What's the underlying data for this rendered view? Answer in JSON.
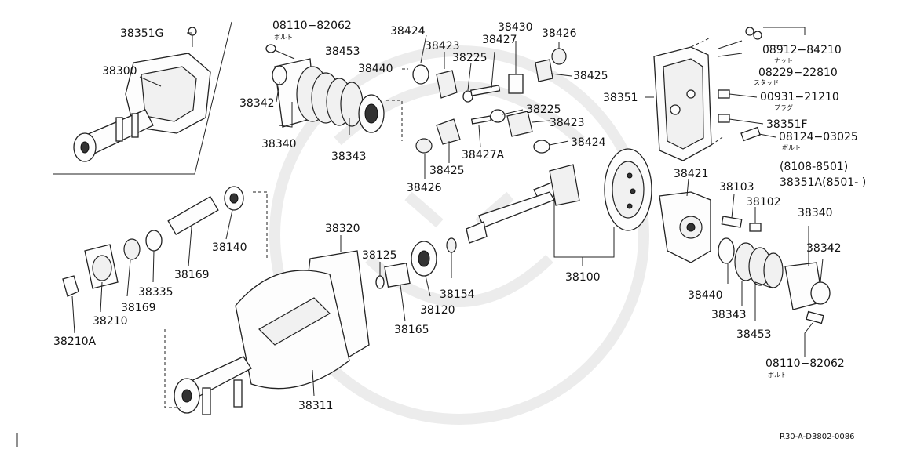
{
  "labels": {
    "l38351G": "38351G",
    "l38300": "38300",
    "l08110a": "08110−82062",
    "l_bolt1": "ボルト",
    "l38453a": "38453",
    "l38440a": "38440",
    "l38342a": "38342",
    "l38340a": "38340",
    "l38343a": "38343",
    "l38424a": "38424",
    "l38423a": "38423",
    "l38225a": "38225",
    "l38427": "38427",
    "l38430": "38430",
    "l38426a": "38426",
    "l38425a": "38425",
    "l38225b": "38225",
    "l38423b": "38423",
    "l38424b": "38424",
    "l38427A": "38427A",
    "l38425b": "38425",
    "l38426b": "38426",
    "l08912": "08912−84210",
    "l_nut": "ナット",
    "l08229": "08229−22810",
    "l_stud": "スタッド",
    "l38351": "38351",
    "l00931": "00931−21210",
    "l_plug": "プラグ",
    "l38351F": "38351F",
    "l08124": "08124−03025",
    "l_bolt2": "ボルト",
    "l8108": "(8108-8501)",
    "l38351A": "38351A(8501-  )",
    "l38421": "38421",
    "l38103": "38103",
    "l38102": "38102",
    "l38340b": "38340",
    "l38342b": "38342",
    "l38140": "38140",
    "l38169a": "38169",
    "l38335": "38335",
    "l38169b": "38169",
    "l38210": "38210",
    "l38210A": "38210A",
    "l38320": "38320",
    "l38125": "38125",
    "l38165": "38165",
    "l38120": "38120",
    "l38154": "38154",
    "l38100": "38100",
    "l38311": "38311",
    "l38440b": "38440",
    "l38343b": "38343",
    "l38453b": "38453",
    "l08110b": "08110−82062",
    "l_bolt3": "ボルト"
  },
  "footer": {
    "diagram_code": "R30-A-D3802-0086"
  }
}
